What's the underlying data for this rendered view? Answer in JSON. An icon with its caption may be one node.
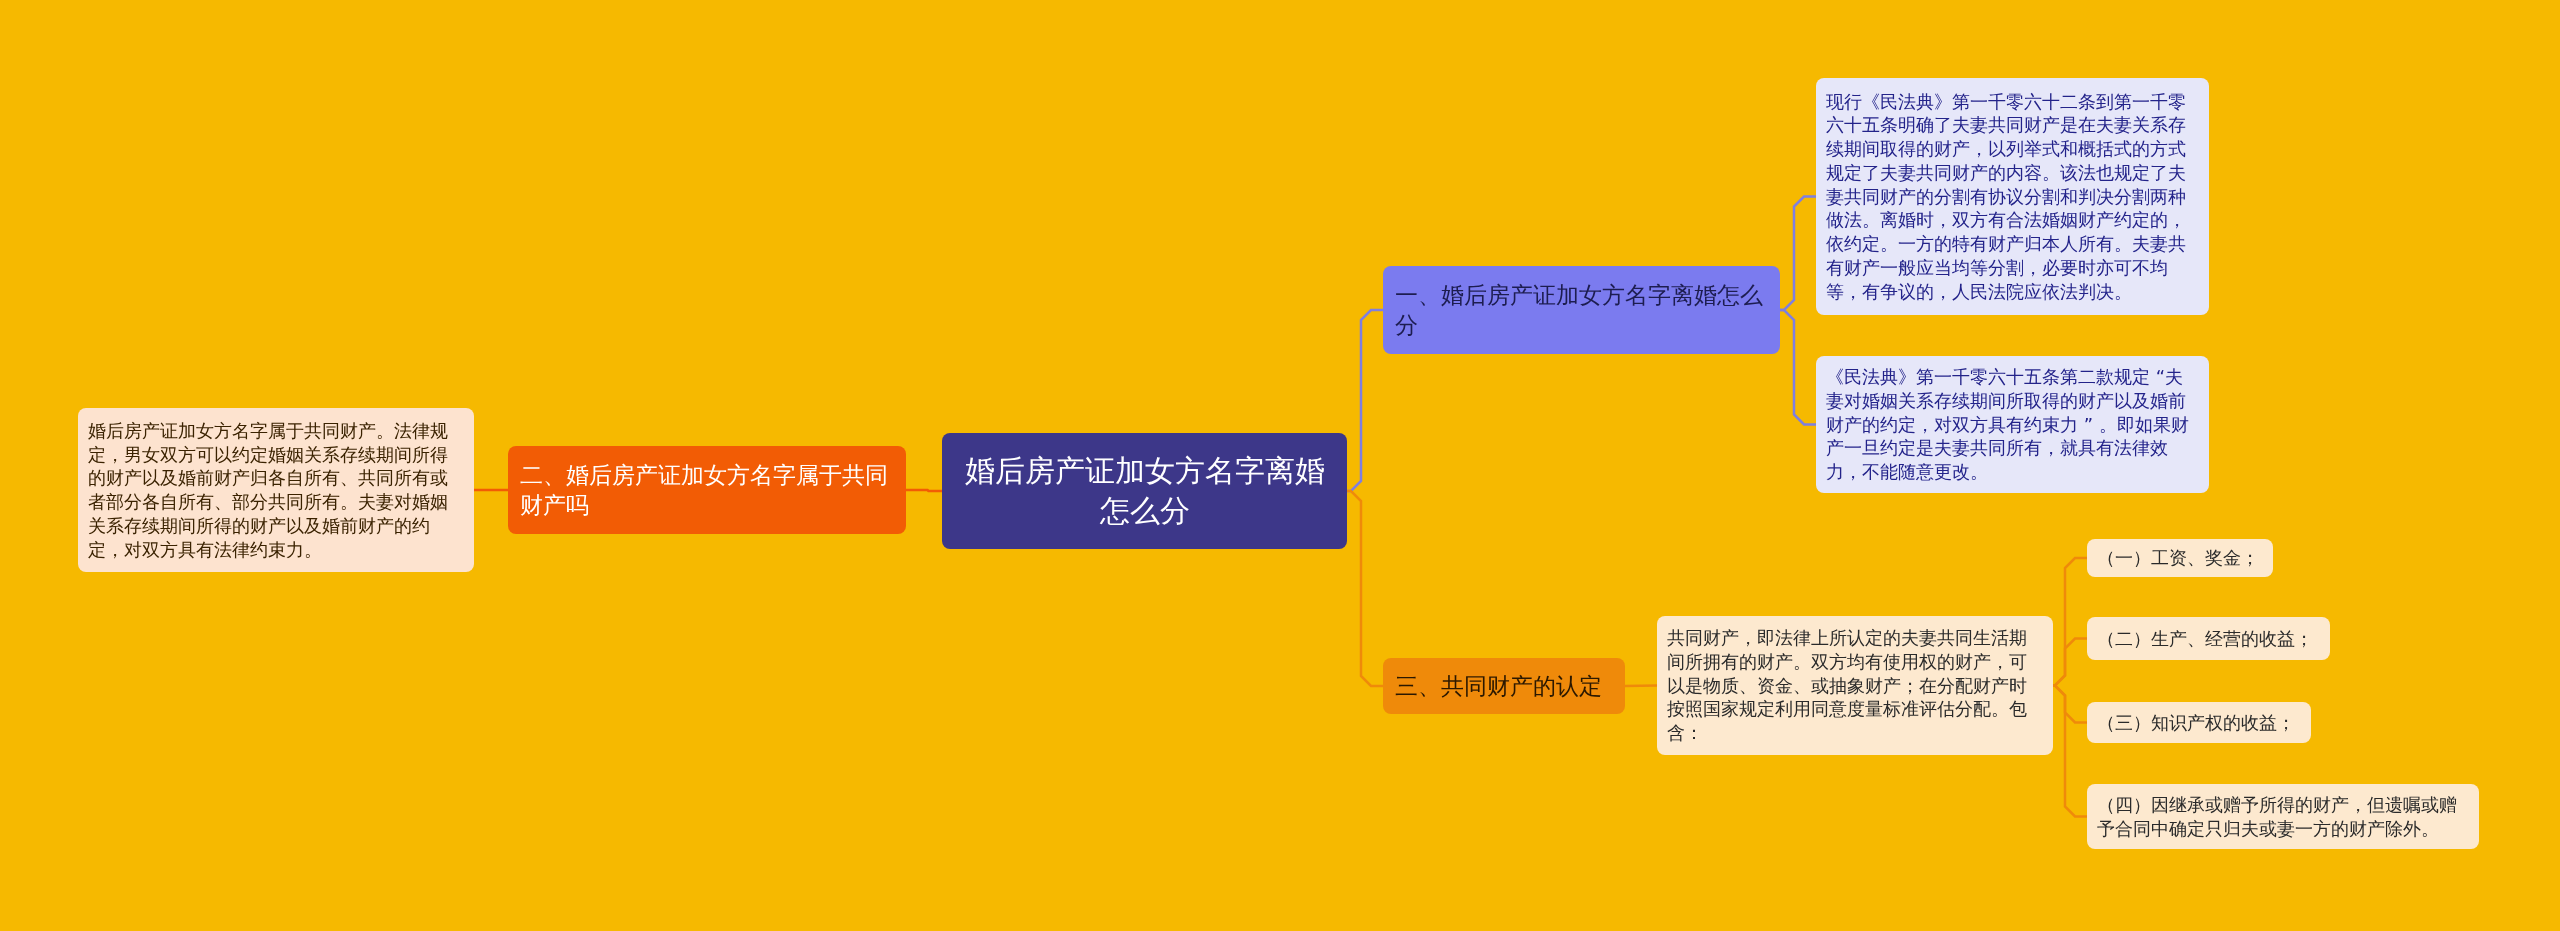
{
  "diagram": {
    "nodes": [
      {
        "text": [
          "婚后房产证加女方名字离婚怎么分"
        ]
      },
      {
        "text": [
          "一、婚后房产证加女方名字离婚怎么分"
        ]
      },
      {
        "text": [
          "现行《民法典》第一千零六十二条到第一千零六十五条明确了夫妻共同财产是在夫妻关系存续期间取得的财产，以列举式和概括式的方式规定了夫妻共同财产的内容。该法也规定了夫妻共同财产的分割有协议分割和判决分割两种做法。离婚时，双方有合法婚姻财产约定的，依约定。一方的特有财产归本人所有。夫妻共有财产一般应当均等分割，必要时亦可不均等，有争议的，人民法院应依法判决。"
        ]
      },
      {
        "text": [
          "《民法典》第一千零六十五条第二款规定 “夫妻对婚姻关系存续期间所取得的财产以及婚前财产的约定，对双方具有约束力 ” 。即如果财产一旦约定是夫妻共同所有，就具有法律效力，不能随意更改。"
        ]
      },
      {
        "text": [
          "二、婚后房产证加女方名字属于共同财产吗"
        ]
      },
      {
        "text": [
          "婚后房产证加女方名字属于共同财产。法律规定，男女双方可以约定婚姻关系存续期间所得的财产以及婚前财产归各自所有、共同所有或者部分各自所有、部分共同所有。夫妻对婚姻关系存续期间所得的财产以及婚前财产的约定，对双方具有法律约束力。"
        ]
      },
      {
        "text": [
          "三、共同财产的认定"
        ]
      },
      {
        "text": [
          "共同财产，即法律上所认定的夫妻共同生活期间所拥有的财产。双方均有使用权的财产，可以是物质、资金、或抽象财产；在分配财产时按照国家规定利用同意度量标准评估分配。包含："
        ]
      },
      {
        "text": [
          "（一）工资、奖金；"
        ]
      },
      {
        "text": [
          "（二）生产、经营的收益；"
        ]
      },
      {
        "text": [
          "（三）知识产权的收益；"
        ]
      },
      {
        "text": [
          "（四）因继承或赠予所得的财产，但遗嘱或赠予合同中确定只归夫或妻一方的财产除外。"
        ]
      }
    ],
    "edges": [
      {
        "from": 0,
        "to": 1,
        "arrow": "none",
        "color": "#7f7fe0"
      },
      {
        "from": 1,
        "to": 2,
        "arrow": "none",
        "color": "#7f7fe0"
      },
      {
        "from": 1,
        "to": 3,
        "arrow": "none",
        "color": "#7f7fe0"
      },
      {
        "from": 0,
        "to": 4,
        "arrow": "none",
        "color": "#f25c05"
      },
      {
        "from": 4,
        "to": 5,
        "arrow": "none",
        "color": "#f25c05"
      },
      {
        "from": 0,
        "to": 6,
        "arrow": "none"
      },
      {
        "from": 6,
        "to": 7,
        "arrow": "none"
      },
      {
        "from": 7,
        "to": 8,
        "arrow": "none"
      },
      {
        "from": 7,
        "to": 9,
        "arrow": "none"
      },
      {
        "from": 7,
        "to": 10,
        "arrow": "none"
      },
      {
        "from": 7,
        "to": 11,
        "arrow": "none"
      }
    ]
  }
}
